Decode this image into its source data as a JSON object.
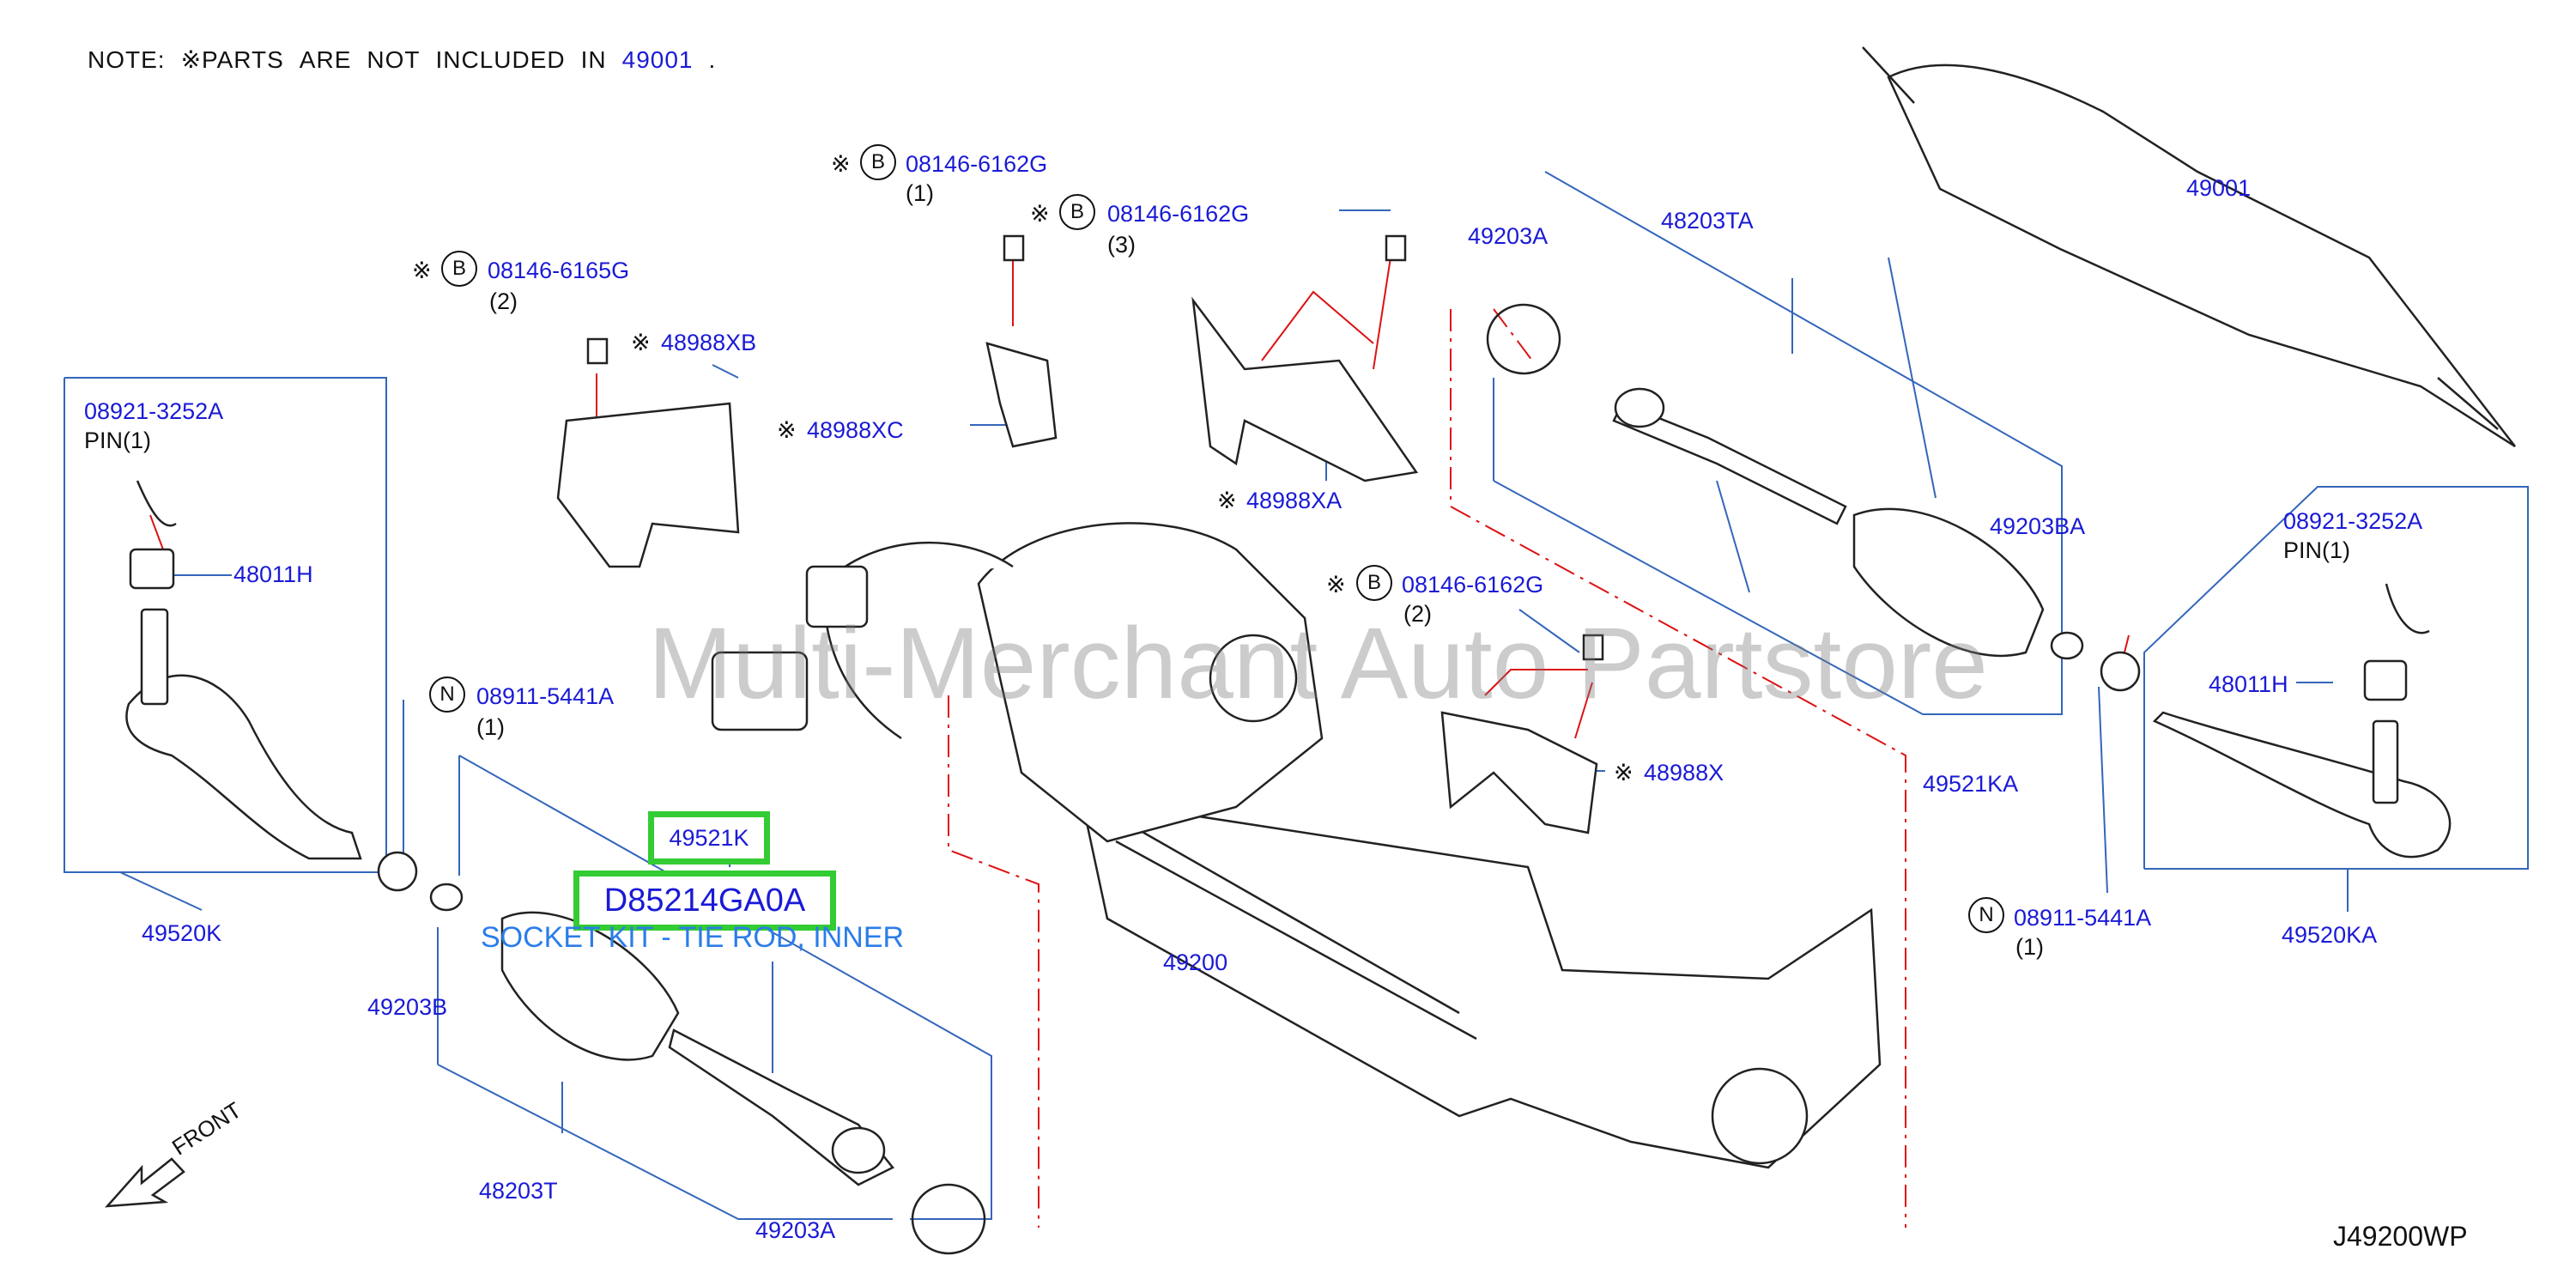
{
  "note": {
    "prefix": "NOTE:",
    "w1": "※PARTS",
    "w2": "ARE",
    "w3": "NOT",
    "w4": "INCLUDED",
    "w5": "IN",
    "part": "49001",
    "suffix": "."
  },
  "symbols": {
    "asterisk": "※",
    "bolt": "B",
    "nut": "N"
  },
  "labels": {
    "p49001": "49001",
    "p48203TA": "48203TA",
    "p49203A_top": "49203A",
    "p49203BA": "49203BA",
    "p49521KA": "49521KA",
    "p49520KA": "49520KA",
    "p48011H_right": "48011H",
    "p08921_right": "08921-3252A",
    "pin_right": "PIN(1)",
    "p08911_right": "08911-5441A",
    "qty_08911_right": "(1)",
    "p08146_top1": "08146-6162G",
    "qty_top1": "(1)",
    "p08146_top2": "08146-6162G",
    "qty_top2": "(3)",
    "p08146_left": "08146-6165G",
    "qty_left": "(2)",
    "p08146_mid": "08146-6162G",
    "qty_mid": "(2)",
    "p48988XB": "48988XB",
    "p48988XC": "48988XC",
    "p48988XA": "48988XA",
    "p48988X": "48988X",
    "p08921_left": "08921-3252A",
    "pin_left": "PIN(1)",
    "p48011H_left": "48011H",
    "p49520K": "49520K",
    "p08911_left": "08911-5441A",
    "qty_08911_left": "(1)",
    "p49521K": "49521K",
    "p_D85214GA0A": "D85214GA0A",
    "kit_desc": "SOCKET KIT - TIE ROD, INNER",
    "p49200": "49200",
    "p49203B": "49203B",
    "p48203T": "48203T",
    "p49203A_bottom": "49203A",
    "front": "FRONT",
    "ref_code": "J49200WP"
  },
  "watermark": "Multi-Merchant Auto Partstore",
  "colors": {
    "part_number": "#1a1ad6",
    "leader": "#3366bb",
    "dashed": "#dd1111",
    "highlight": "#33cc33",
    "kit_text": "#2b7de9"
  }
}
